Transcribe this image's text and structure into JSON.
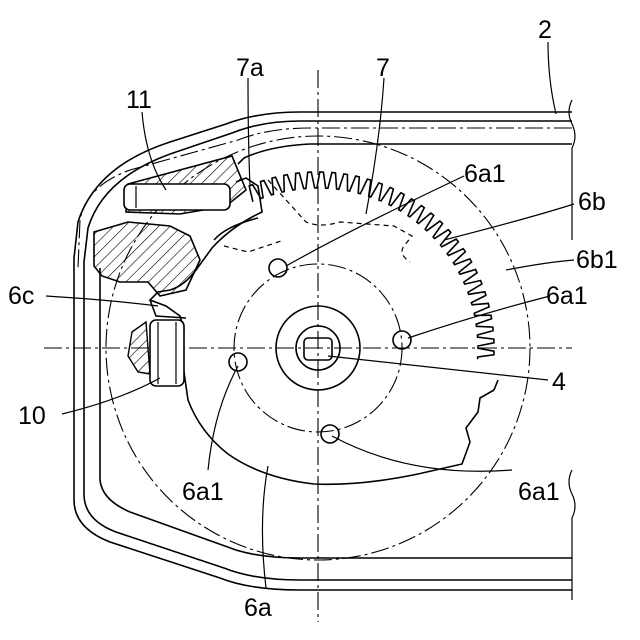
{
  "figure": {
    "labels": {
      "housing": "2",
      "pin_a": "6a1",
      "pin_b": "6a1",
      "pin_c": "6a1",
      "pin_d": "6a1",
      "gear_part": "6b",
      "teeth": "6b1",
      "arm": "6c",
      "lever": "7",
      "lever_tip": "7a",
      "shaft": "4",
      "stopper": "10",
      "block": "11",
      "plate": "6a"
    }
  }
}
